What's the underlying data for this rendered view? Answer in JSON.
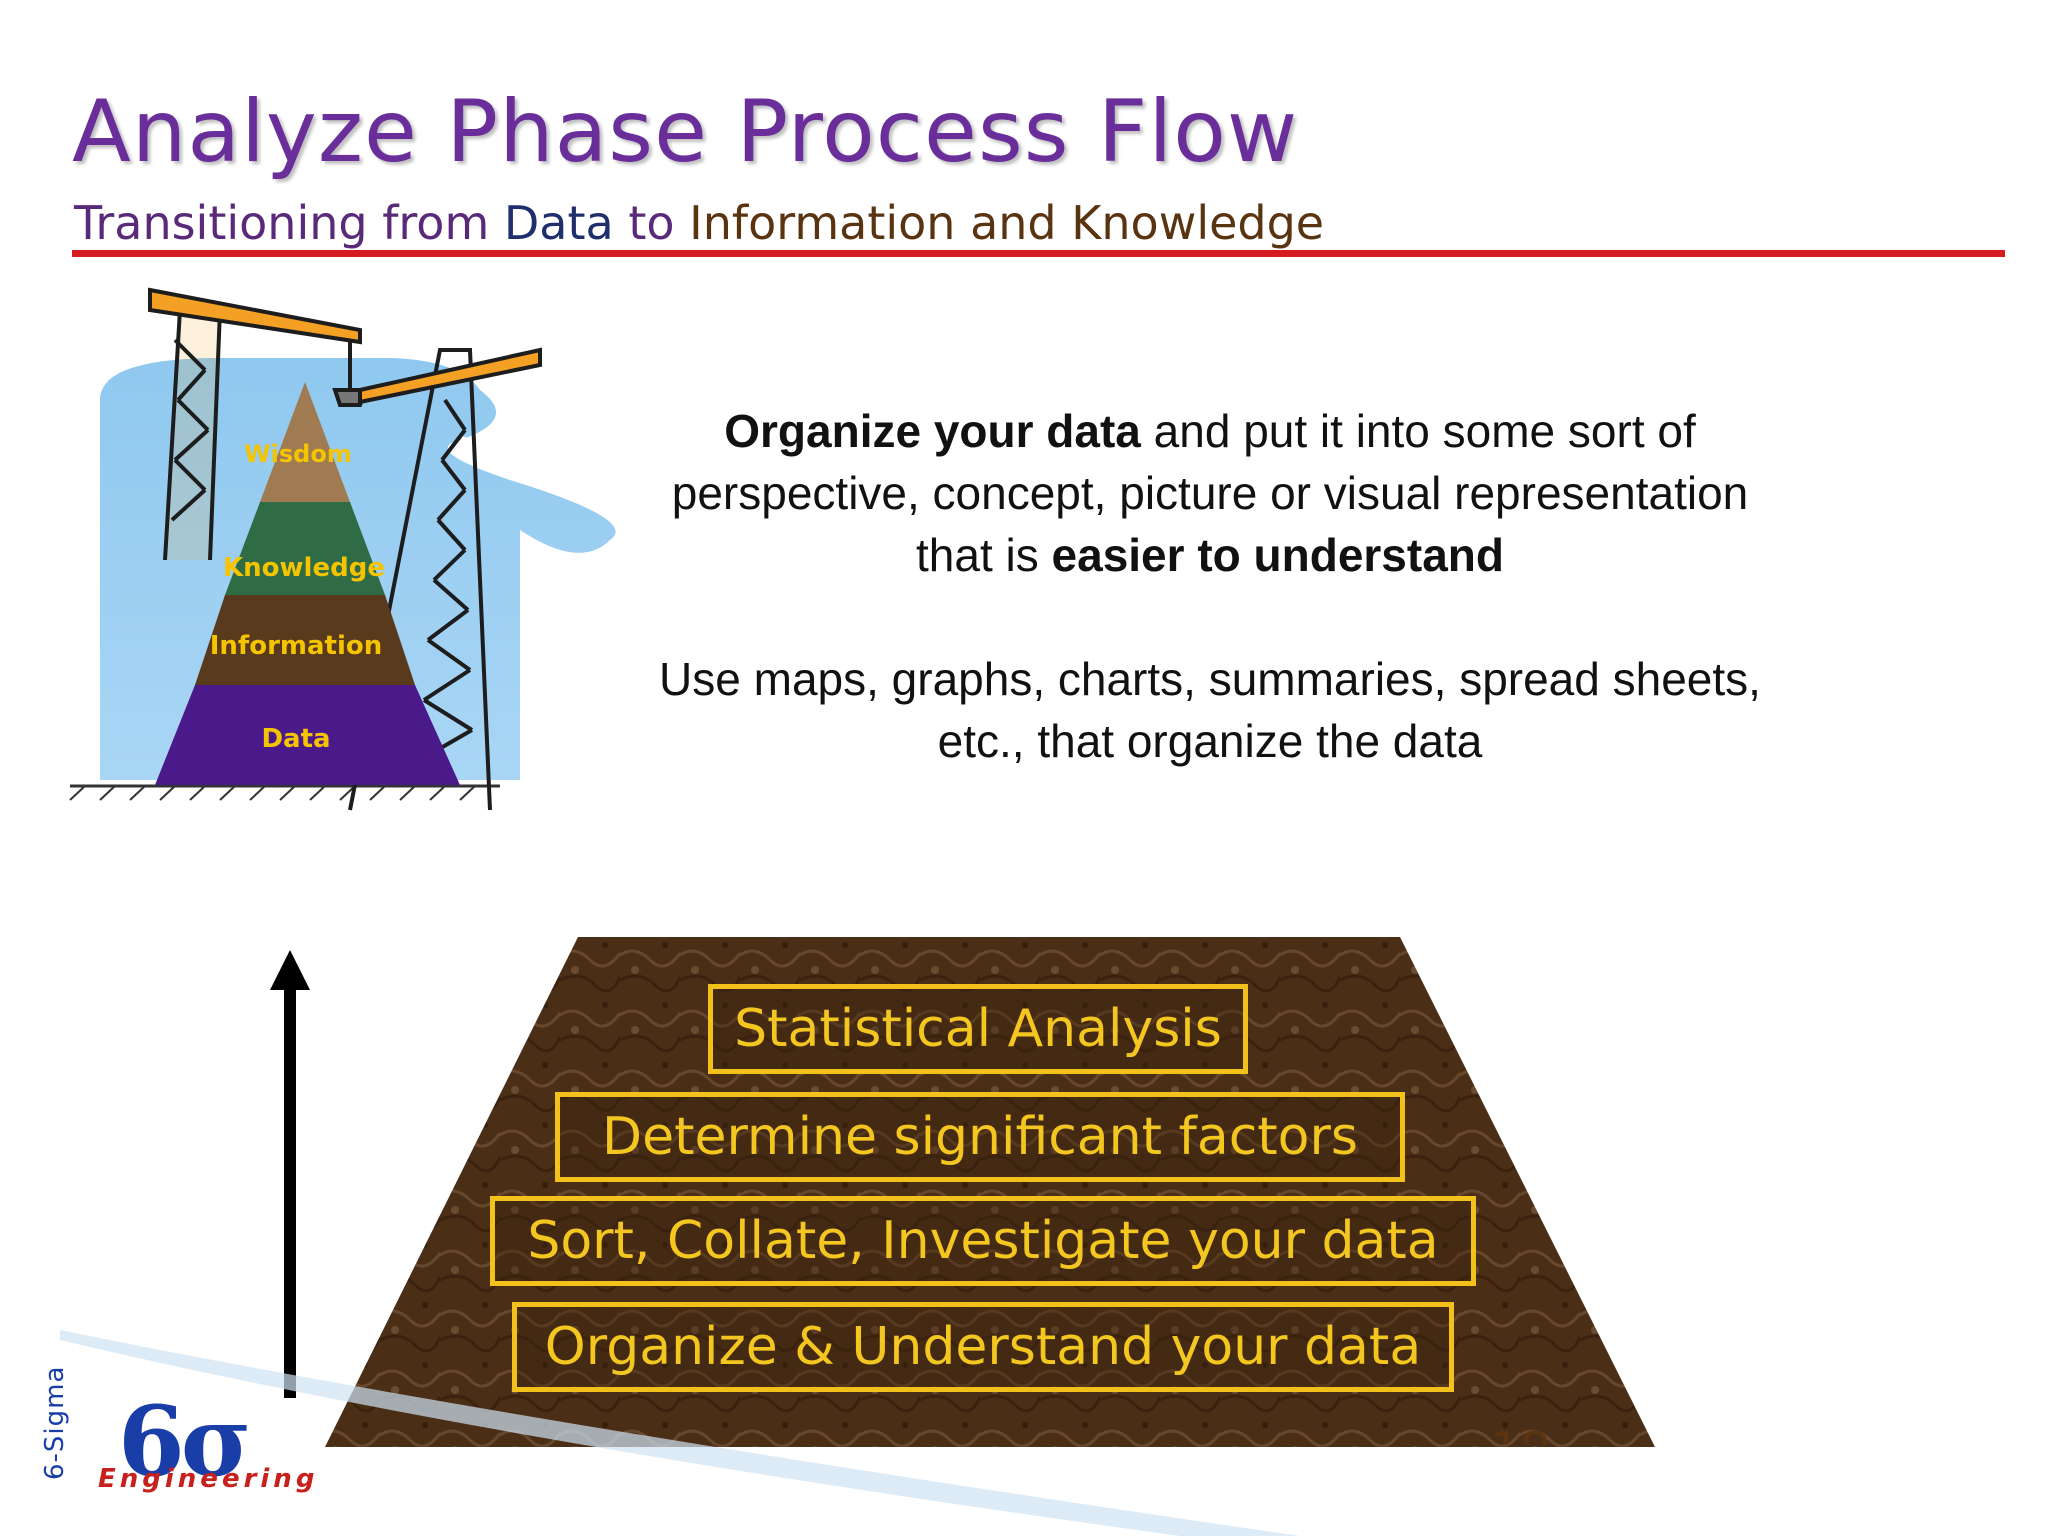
{
  "header": {
    "title": "Analyze Phase Process Flow",
    "subtitle_part1": "Transitioning from ",
    "subtitle_data": "Data",
    "subtitle_part2": " to ",
    "subtitle_info": "Information and Knowledge"
  },
  "body": {
    "p1_bold1": "Organize your data",
    "p1_text1": " and put it into some sort of perspective, concept, picture or visual representation that is ",
    "p1_bold2": "easier to understand",
    "p2": "Use maps, graphs, charts, summaries, spread sheets, etc., that organize the data"
  },
  "small_pyramid": {
    "levels": [
      "Wisdom",
      "Knowledge",
      "Information",
      "Data"
    ]
  },
  "process_pyramid": {
    "stages": [
      "Statistical Analysis",
      "Determine significant factors",
      "Sort, Collate, Investigate your data",
      "Organize & Understand your data"
    ]
  },
  "logo": {
    "mark": "6σ",
    "word": "Engineering",
    "vertical": "6-Sigma"
  },
  "footer": {
    "slide_number": "19"
  },
  "colors": {
    "title": "#6a2e9a",
    "rule": "#d71920",
    "stage_gold": "#f2c21a",
    "pyramid_brown": "#4a2e16"
  }
}
